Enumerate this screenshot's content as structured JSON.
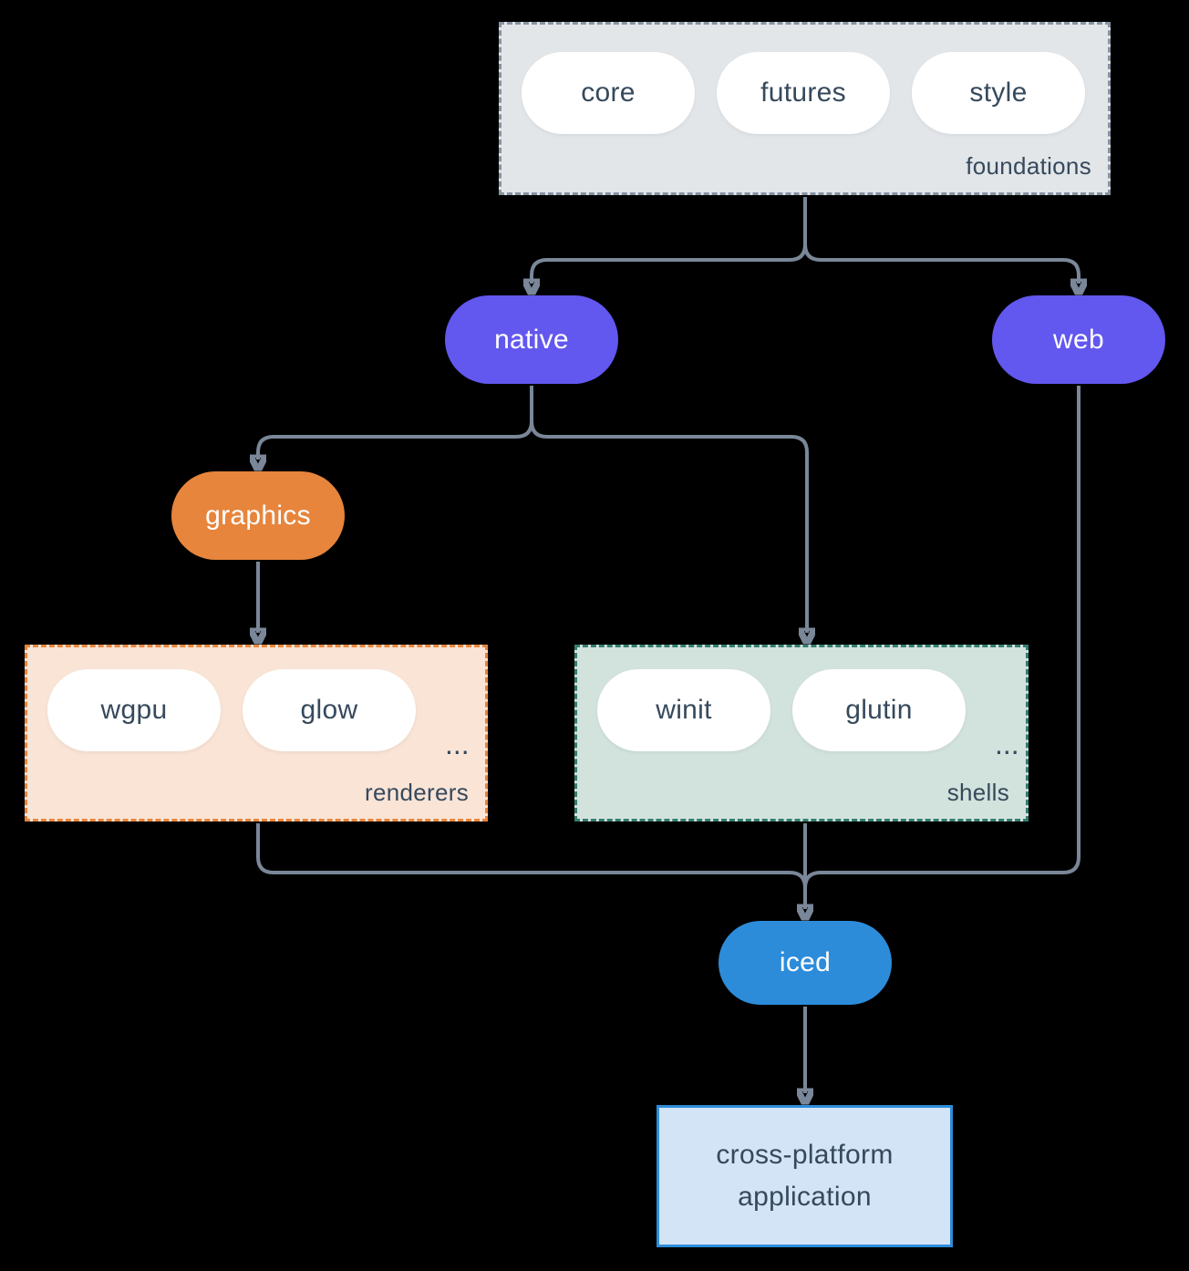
{
  "colors": {
    "background": "#000000",
    "edge": "#7A8799",
    "node_purple": "#6257EE",
    "node_orange": "#E7853C",
    "node_blue": "#2D8CDA",
    "foundations_fill": "#E2E6E9",
    "foundations_border": "#8593A2",
    "renderers_fill": "#F9E4D6",
    "renderers_border": "#E8853C",
    "shells_fill": "#D2E2DC",
    "shells_border": "#337D6E",
    "application_fill": "#D2E4F6",
    "application_border": "#2D8CDA",
    "dark_text": "#36495C",
    "light_text": "#FFFFFF",
    "inner_pill_fill": "#FFFFFF"
  },
  "foundations": {
    "label": "foundations",
    "pills": [
      "core",
      "futures",
      "style"
    ]
  },
  "native": {
    "label": "native"
  },
  "web": {
    "label": "web"
  },
  "graphics": {
    "label": "graphics"
  },
  "renderers": {
    "label": "renderers",
    "pills": [
      "wgpu",
      "glow"
    ],
    "ellipsis": "..."
  },
  "shells": {
    "label": "shells",
    "pills": [
      "winit",
      "glutin"
    ],
    "ellipsis": "..."
  },
  "iced": {
    "label": "iced"
  },
  "application": {
    "label": "cross-platform application"
  }
}
